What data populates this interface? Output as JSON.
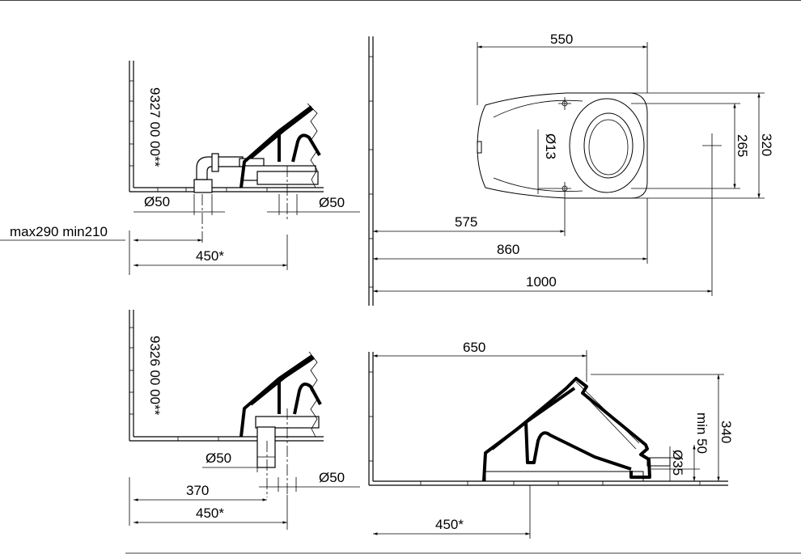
{
  "views": {
    "top_left": {
      "article_code": "9327 00 00**",
      "dim_pipe_left": "Ø50",
      "dim_pipe_right": "Ø50",
      "dim_range": "max290 min210",
      "dim_depth": "450*"
    },
    "plan": {
      "dim_width_550": "550",
      "dim_hole": "Ø13",
      "dim_265": "265",
      "dim_320": "320",
      "dim_575": "575",
      "dim_860": "860",
      "dim_1000": "1000"
    },
    "bottom_left": {
      "article_code": "9326 00 00**",
      "dim_pipe_left": "Ø50",
      "dim_pipe_right": "Ø50",
      "dim_370": "370",
      "dim_depth": "450*"
    },
    "side": {
      "dim_650": "650",
      "dim_min50": "min 50",
      "dim_340": "340",
      "dim_35": "Ø35",
      "dim_depth": "450*"
    }
  }
}
